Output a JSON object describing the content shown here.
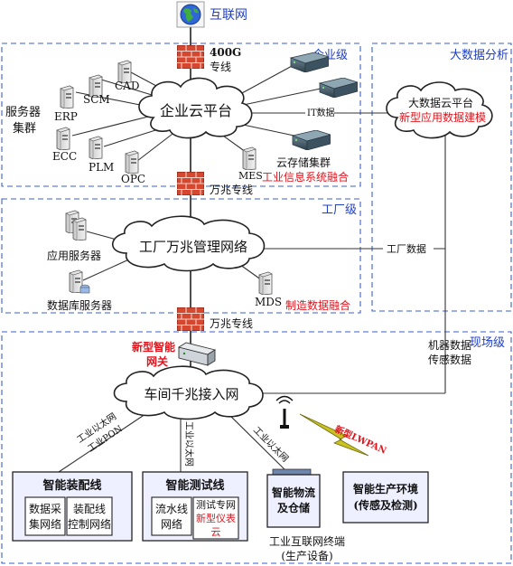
{
  "top": {
    "internet_label": "互联网",
    "link_400g_top": "400G",
    "link_400g_bottom": "专线"
  },
  "enterprise": {
    "level_label": "企业级",
    "cloud_label": "企业云平台",
    "server_group_line1": "服务器",
    "server_group_line2": "集群",
    "servers": [
      "SCM",
      "CAD",
      "ERP",
      "ECC",
      "PLM",
      "OPC",
      "MES"
    ],
    "cloud_storage": "云存储集群",
    "fusion_label": "工业信息系统融合",
    "it_data": "IT数据"
  },
  "bigdata": {
    "level_label": "大数据分析",
    "cloud_line1": "大数据云平台",
    "cloud_line2": "新型应用数据建模"
  },
  "link_10g_1": "万兆专线",
  "factory": {
    "level_label": "工厂级",
    "cloud_label": "工厂万兆管理网络",
    "app_server": "应用服务器",
    "db_server": "数据库服务器",
    "mds": "MDS",
    "fusion_label": "制造数据融合",
    "factory_data": "工厂数据"
  },
  "link_10g_2": "万兆专线",
  "field": {
    "level_label": "现场级",
    "gateway_line1": "新型智能",
    "gateway_line2": "网关",
    "cloud_label": "车间千兆接入网",
    "machine_data_line1": "机器数据",
    "machine_data_line2": "传感数据",
    "wire_labels": {
      "assembly_1": "工业以太网",
      "assembly_2": "工业PON",
      "test": "工业以太网",
      "logistics": "工业以太网"
    },
    "lwpan": "新型LWPAN",
    "assembly_line": {
      "title": "智能装配线",
      "box1_line1": "数据采",
      "box1_line2": "集网络",
      "box2_line1": "装配线",
      "box2_line2": "控制网络"
    },
    "test_line": {
      "title": "智能测试线",
      "box1_line1": "流水线",
      "box1_line2": "网络",
      "box2_line1": "测试专网",
      "box2_line2": "新型仪表",
      "box2_line3": "云"
    },
    "logistics_line1": "智能物流",
    "logistics_line2": "及仓储",
    "env_line1": "智能生产环境",
    "env_line2": "(传感及检测)",
    "terminal_line1": "工业互联网终端",
    "terminal_line2": "(生产设备)"
  },
  "icons": [
    "globe-icon",
    "firewall-icon",
    "server-icon",
    "rack-server-icon",
    "router-icon",
    "antenna-icon",
    "lightning-icon"
  ]
}
